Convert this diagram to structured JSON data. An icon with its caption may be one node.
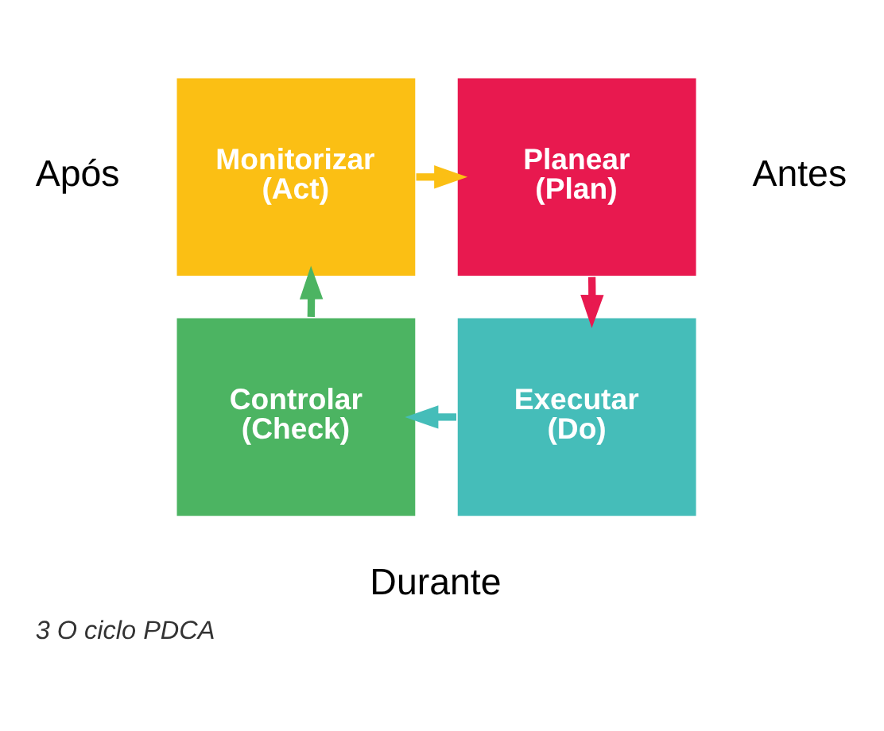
{
  "diagram": {
    "caption": "3 O ciclo PDCA",
    "nodes": [
      {
        "text": [
          "Monitorizar",
          "(Act)"
        ]
      },
      {
        "text": [
          "Planear",
          "(Plan)"
        ]
      },
      {
        "text": [
          "Controlar",
          "(Check)"
        ]
      },
      {
        "text": [
          "Executar",
          "(Do)"
        ]
      }
    ],
    "edges": [
      {
        "from": 0,
        "to": 1,
        "arrow": "to",
        "color": "#fbbf14"
      },
      {
        "from": 1,
        "to": 3,
        "arrow": "to",
        "color": "#e8194f"
      },
      {
        "from": 3,
        "to": 2,
        "arrow": "to",
        "color": "#45bdb9"
      },
      {
        "from": 2,
        "to": 0,
        "arrow": "to",
        "color": "#4cb462"
      }
    ],
    "labels": [
      "Após",
      "Antes",
      "Durante"
    ]
  }
}
